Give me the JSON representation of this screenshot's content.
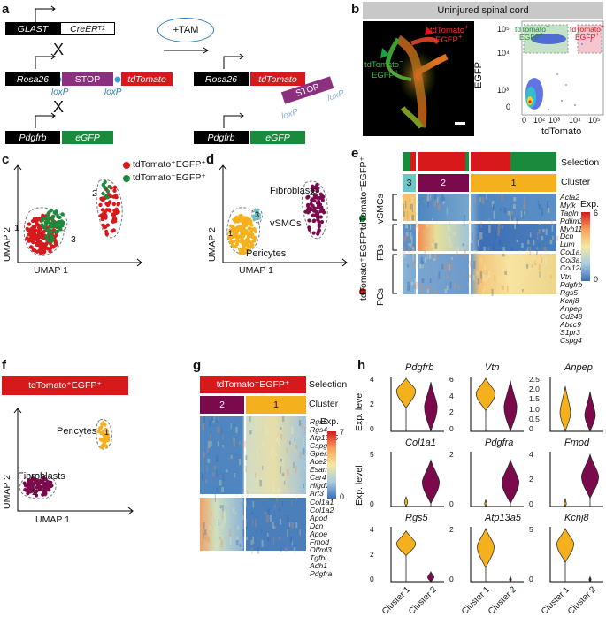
{
  "colors": {
    "red": "#d7191c",
    "green": "#1a8a3c",
    "purple": "#7b0a4d",
    "orange": "#f5b01e",
    "teal": "#6cc5c6",
    "blue": "#3a6fb6",
    "black": "#000000"
  },
  "panel_a": {
    "label": "a",
    "glast": "GLAST",
    "creer": "CreER",
    "creer_sup": "T2",
    "cross1": "X",
    "cross2": "X",
    "tam": "+TAM",
    "rosa26": "Rosa26",
    "stop": "STOP",
    "tdtomato": "tdTomato",
    "loxp_left": "loxP",
    "loxp_right": "loxP",
    "pdgfrb": "Pdgfrb",
    "egfp": "eGFP",
    "rosa26_r": "Rosa26",
    "tdtomato_r": "tdTomato",
    "stop_r": "STOP",
    "loxp_r1": "loxP",
    "loxp_r2": "loxP",
    "pdgfrb_r": "Pdgfrb",
    "egfp_r": "eGFP"
  },
  "panel_b": {
    "label": "b",
    "header": "Uninjured spinal cord",
    "img_red_label_1": "tdTomato",
    "img_red_label_2": "EGFP",
    "img_green_label_1": "tdTomato",
    "img_green_label_2": "EGFP",
    "gate_green_1": "tdTomato",
    "gate_green_2": "EGFP",
    "gate_red_1": "tdTomato",
    "gate_red_2": "EGFP",
    "ylabel": "EGFP",
    "xlabel": "tdTomato",
    "yticks": [
      "10⁵",
      "10⁴",
      "10³",
      "0"
    ],
    "xticks": [
      "0",
      "10²",
      "10³",
      "10⁴",
      "10⁵"
    ]
  },
  "panel_c": {
    "label": "c",
    "legend_red": "tdTomato⁺EGFP⁺",
    "legend_green": "tdTomato⁻EGFP⁺",
    "cl1": "1",
    "cl2": "2",
    "cl3": "3",
    "xlabel": "UMAP 1",
    "ylabel": "UMAP 2"
  },
  "panel_d": {
    "label": "d",
    "fibroblasts": "Fibroblasts",
    "vsmcs": "vSMCs",
    "pericytes": "Pericytes",
    "cl1": "1",
    "cl2": "2",
    "cl3": "3",
    "xlabel": "UMAP 1",
    "ylabel": "UMAP 2"
  },
  "panel_e": {
    "label": "e",
    "selection": "Selection",
    "cluster": "Cluster",
    "cl3": "3",
    "cl2": "2",
    "cl1": "1",
    "left_green": "tdTomato⁻EGFP⁺",
    "left_red": "tdTomato⁺EGFP⁺",
    "vsmcs": "vSMCs",
    "fbs": "FBs",
    "pcs": "PCs",
    "genes_vsmc": [
      "Acta2",
      "Mylk",
      "Tagln",
      "Pdlim3",
      "Myh11"
    ],
    "genes_fb": [
      "Dcn",
      "Lum",
      "Col1a1",
      "Col3a1",
      "Col12a1"
    ],
    "genes_pc": [
      "Vtn",
      "Pdgfrb",
      "Rgs5",
      "Kcnj8",
      "Anpep",
      "Cd248",
      "Abcc9",
      "S1pr3",
      "Cspg4"
    ],
    "exp_label": "Exp.",
    "exp_max": "6",
    "exp_min": "0"
  },
  "panel_f": {
    "label": "f",
    "header": "tdTomato⁺EGFP⁺",
    "pericytes": "Pericytes",
    "fibroblasts": "Fibroblasts",
    "cl1": "1",
    "cl2": "2",
    "xlabel": "UMAP 1",
    "ylabel": "UMAP 2"
  },
  "panel_g": {
    "label": "g",
    "header": "tdTomato⁺EGFP⁺",
    "selection": "Selection",
    "cluster": "Cluster",
    "cl2": "2",
    "cl1": "1",
    "genes_top": [
      "Rgs5",
      "Rgs4",
      "Atp13a5",
      "Cspg4",
      "Gper1",
      "Ace2",
      "Esam",
      "Car4",
      "Higd1b",
      "Art3"
    ],
    "genes_bottom": [
      "Col1a1",
      "Col1a2",
      "Apod",
      "Dcn",
      "Apoe",
      "Fmod",
      "Olfml3",
      "Tgfbi",
      "Adh1",
      "Pdgfra"
    ],
    "exp_label": "Exp.",
    "exp_max": "7",
    "exp_min": "0"
  },
  "panel_h": {
    "label": "h",
    "ylabel": "Exp. level",
    "violins": [
      {
        "gene": "Pdgfrb",
        "ticks": [
          "4",
          "2",
          "0"
        ]
      },
      {
        "gene": "Vtn",
        "ticks": [
          "6",
          "4",
          "2",
          "0"
        ]
      },
      {
        "gene": "Anpep",
        "ticks": [
          "2.5",
          "2.0",
          "1.5",
          "1.0",
          "0.5",
          "0"
        ]
      },
      {
        "gene": "Col1a1",
        "ticks": [
          "5",
          "0"
        ]
      },
      {
        "gene": "Pdgfra",
        "ticks": [
          "2",
          "0"
        ]
      },
      {
        "gene": "Fmod",
        "ticks": [
          "4",
          "2",
          "0"
        ]
      },
      {
        "gene": "Rgs5",
        "ticks": [
          "4",
          "2",
          "0"
        ]
      },
      {
        "gene": "Atp13a5",
        "ticks": [
          "2",
          "0"
        ]
      },
      {
        "gene": "Kcnj8",
        "ticks": [
          "5",
          "0"
        ]
      }
    ],
    "xcat1": "Cluster 1",
    "xcat2": "Cluster 2"
  }
}
